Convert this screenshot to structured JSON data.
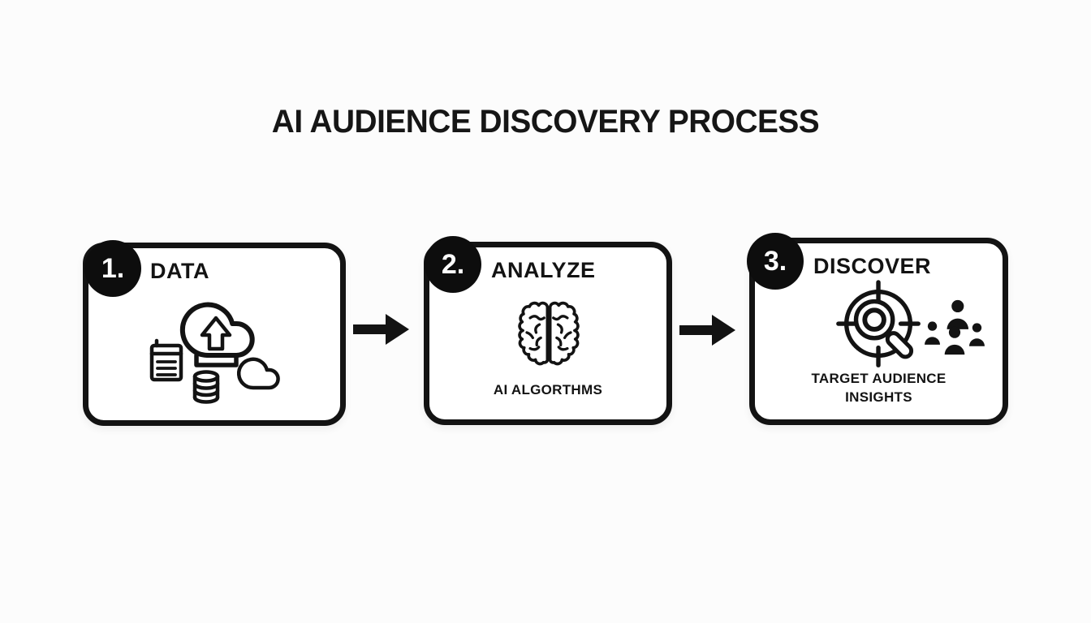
{
  "title": "AI AUDIENCE DISCOVERY PROCESS",
  "colors": {
    "ink": "#131313",
    "background": "#fcfcfc",
    "badge_bg": "#0d0d0d",
    "badge_text": "#ffffff",
    "box_bg": "#ffffff"
  },
  "steps": [
    {
      "number": "1.",
      "label": "DATA",
      "caption": "",
      "icons": [
        "document-icon",
        "cloud-upload-icon",
        "database-icon",
        "cloud-icon"
      ]
    },
    {
      "number": "2.",
      "label": "ANALYZE",
      "caption": "AI ALGORTHMS",
      "icons": [
        "brain-icon"
      ]
    },
    {
      "number": "3.",
      "label": "DISCOVER",
      "caption": "TARGET AUDIENCE INSIGHTS",
      "icons": [
        "target-search-icon",
        "audience-group-icon"
      ]
    }
  ],
  "connectors": [
    {
      "type": "arrow-right"
    },
    {
      "type": "arrow-right"
    }
  ]
}
